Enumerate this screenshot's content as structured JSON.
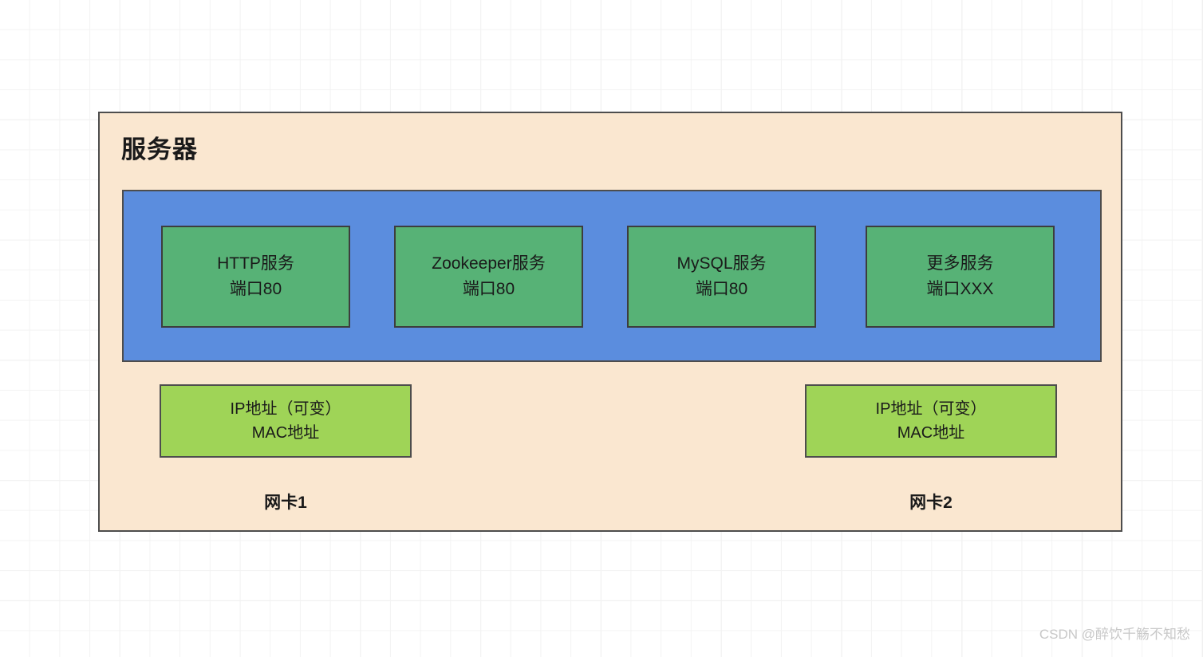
{
  "diagram": {
    "title": "服务器",
    "colors": {
      "canvas_background": "#ffffff",
      "grid_line_minor": "#f3f3f3",
      "grid_line_major": "#ebebeb",
      "server_fill": "#fae7d0",
      "services_band_fill": "#5b8dde",
      "service_fill": "#57b276",
      "nic_fill": "#9fd457",
      "border": "#4d4d4d",
      "text": "#1a1a1a",
      "watermark": "#c8c8c8"
    },
    "services": [
      {
        "name": "HTTP服务",
        "port": "端口80"
      },
      {
        "name": "Zookeeper服务",
        "port": "端口80"
      },
      {
        "name": "MySQL服务",
        "port": "端口80"
      },
      {
        "name": "更多服务",
        "port": "端口XXX"
      }
    ],
    "nics": [
      {
        "ip": "IP地址（可变）",
        "mac": "MAC地址",
        "label": "网卡1"
      },
      {
        "ip": "IP地址（可变）",
        "mac": "MAC地址",
        "label": "网卡2"
      }
    ]
  },
  "watermark": {
    "text": "CSDN @醉饮千觞不知愁"
  }
}
